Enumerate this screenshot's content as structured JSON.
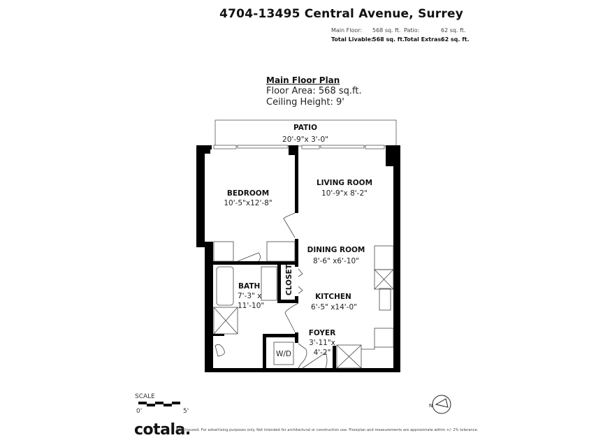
{
  "header": {
    "address": "4704-13495 Central Avenue, Surrey",
    "main_floor_label": "Main Floor:",
    "main_floor_value": "568 sq. ft.",
    "patio_label": "Patio:",
    "patio_value": "62 sq. ft.",
    "total_livable_label": "Total Livable:",
    "total_livable_value": "568 sq. ft.",
    "total_extras_label": "Total Extras:",
    "total_extras_value": "62 sq. ft."
  },
  "plan": {
    "title": "Main Floor Plan",
    "floor_area": "Floor Area: 568 sq.ft.",
    "ceiling_height": "Ceiling Height: 9'",
    "rooms": [
      {
        "name": "PATIO",
        "dims": "20'-9\"x 3'-0\""
      },
      {
        "name": "BEDROOM",
        "dims": "10'-5\"x12'-8\""
      },
      {
        "name": "LIVING ROOM",
        "dims": "10'-9\"x 8'-2\""
      },
      {
        "name": "DINING ROOM",
        "dims": "8'-6\" x6'-10\""
      },
      {
        "name": "BATH",
        "dims": "7'-3\" x",
        "dims2": "11'-10\""
      },
      {
        "name": "CLOSET"
      },
      {
        "name": "KITCHEN",
        "dims": "6'-5\" x14'-0\""
      },
      {
        "name": "FOYER",
        "dims": "3'-11\"x",
        "dims2": "4'-2\""
      },
      {
        "name": "W/D"
      }
    ]
  },
  "scale": {
    "label": "SCALE",
    "start": "0'",
    "end": "5'"
  },
  "footer": {
    "logo": "cotala.",
    "disclaimer": "E&O Insured. For advertising purposes only. Not intended for architectural or construction use. Floorplan and measurements are approximate within +/- 2% tolerance."
  }
}
